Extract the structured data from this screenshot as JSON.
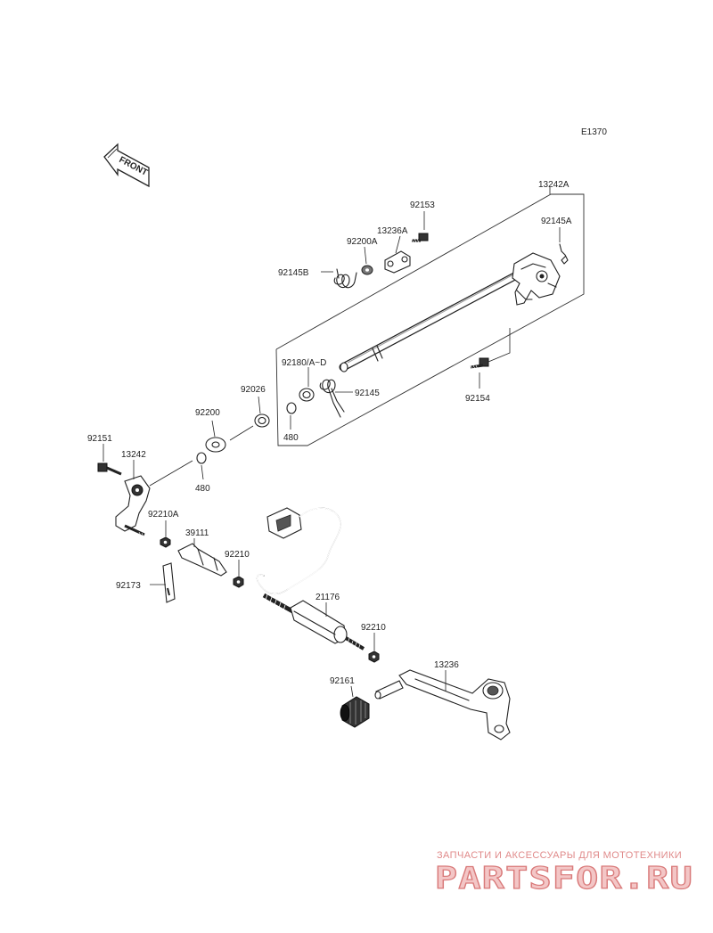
{
  "reference_code": "E1370",
  "front_arrow_label": "FRONT",
  "part_labels": {
    "p13242A": "13242A",
    "p92153": "92153",
    "p92145A": "92145A",
    "p13236A": "13236A",
    "p92200A": "92200A",
    "p92145B": "92145B",
    "p92180": "92180/A~D",
    "p92145": "92145",
    "p92154": "92154",
    "p92026": "92026",
    "p480a": "480",
    "p92200": "92200",
    "p480b": "480",
    "p92151": "92151",
    "p13242": "13242",
    "p92210A": "92210A",
    "p39111": "39111",
    "p92210a": "92210",
    "p92173": "92173",
    "p21176": "21176",
    "p92210b": "92210",
    "p13236": "13236",
    "p92161": "92161"
  },
  "watermark": {
    "tagline": "ЗАПЧАСТИ И АКСЕССУАРЫ ДЛЯ МОТОТЕХНИКИ",
    "brand": "PARTSFOR.RU"
  }
}
